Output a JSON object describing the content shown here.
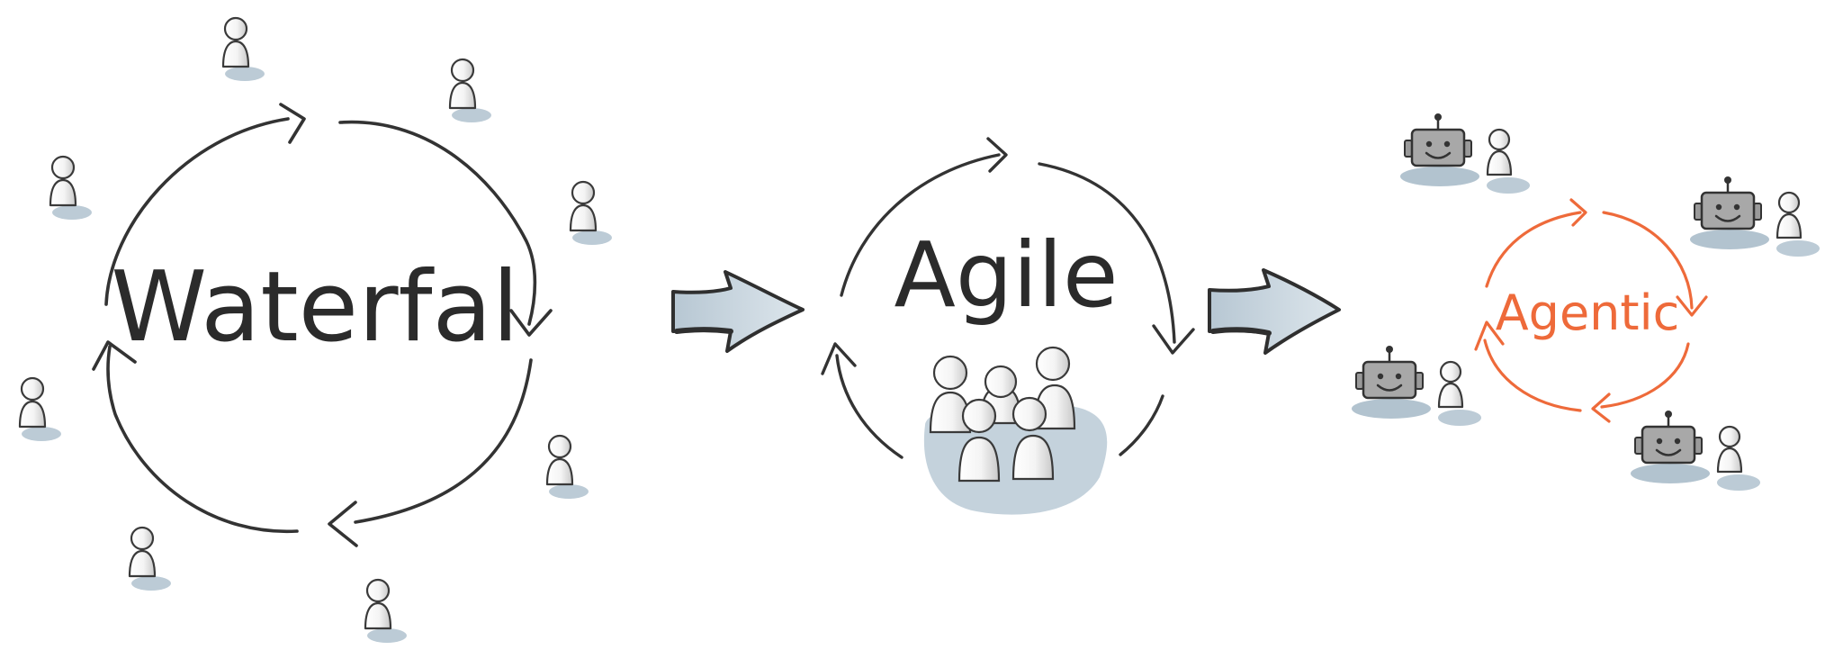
{
  "stages": [
    {
      "id": "waterfall",
      "label": "Waterfal",
      "color": "#2b2b2b",
      "icon": "person-icon"
    },
    {
      "id": "agile",
      "label": "Agile",
      "color": "#2b2b2b",
      "icon": "team-icon"
    },
    {
      "id": "agentic",
      "label": "Agentic",
      "color": "#ee6a3a",
      "icon": "robot-icon"
    }
  ],
  "colors": {
    "stroke": "#333333",
    "accent": "#ee6a3a",
    "shadow": "#bccbd6",
    "arrow_fill": "#c8d5df",
    "person_fill": "#f7f7f7"
  },
  "transitions": [
    {
      "from": "waterfall",
      "to": "agile",
      "icon": "transition-arrow-icon"
    },
    {
      "from": "agile",
      "to": "agentic",
      "icon": "transition-arrow-icon"
    }
  ]
}
